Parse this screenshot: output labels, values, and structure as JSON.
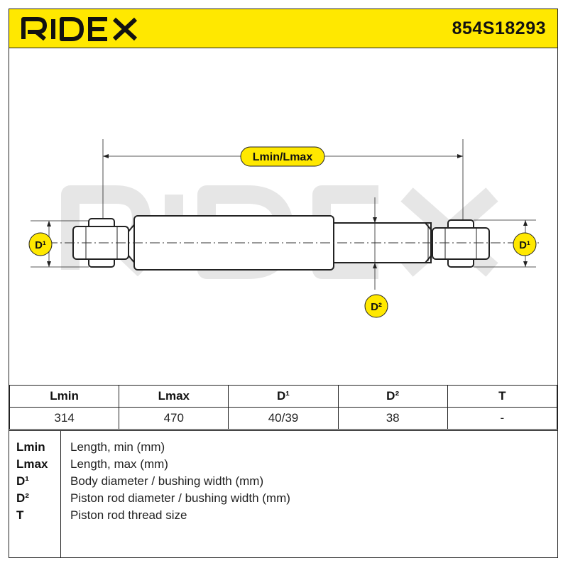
{
  "header": {
    "brand": "RIDEX",
    "part_number": "854S18293",
    "colors": {
      "accent": "#ffe800",
      "ink": "#111111",
      "watermark": "#e6e6e6"
    }
  },
  "drawing": {
    "watermark": "RIDEX",
    "labels": {
      "length": "Lmin/Lmax",
      "d1_left": "D¹",
      "d1_right": "D¹",
      "d2": "D²"
    }
  },
  "spec_table": {
    "headers": [
      "Lmin",
      "Lmax",
      "D¹",
      "D²",
      "T"
    ],
    "values": [
      "314",
      "470",
      "40/39",
      "38",
      "-"
    ]
  },
  "legend": [
    {
      "key": "Lmin",
      "description": "Length, min (mm)"
    },
    {
      "key": "Lmax",
      "description": "Length, max (mm)"
    },
    {
      "key": "D¹",
      "description": "Body diameter / bushing width (mm)"
    },
    {
      "key": "D²",
      "description": "Piston rod diameter / bushing width (mm)"
    },
    {
      "key": "T",
      "description": "Piston rod thread size"
    }
  ]
}
